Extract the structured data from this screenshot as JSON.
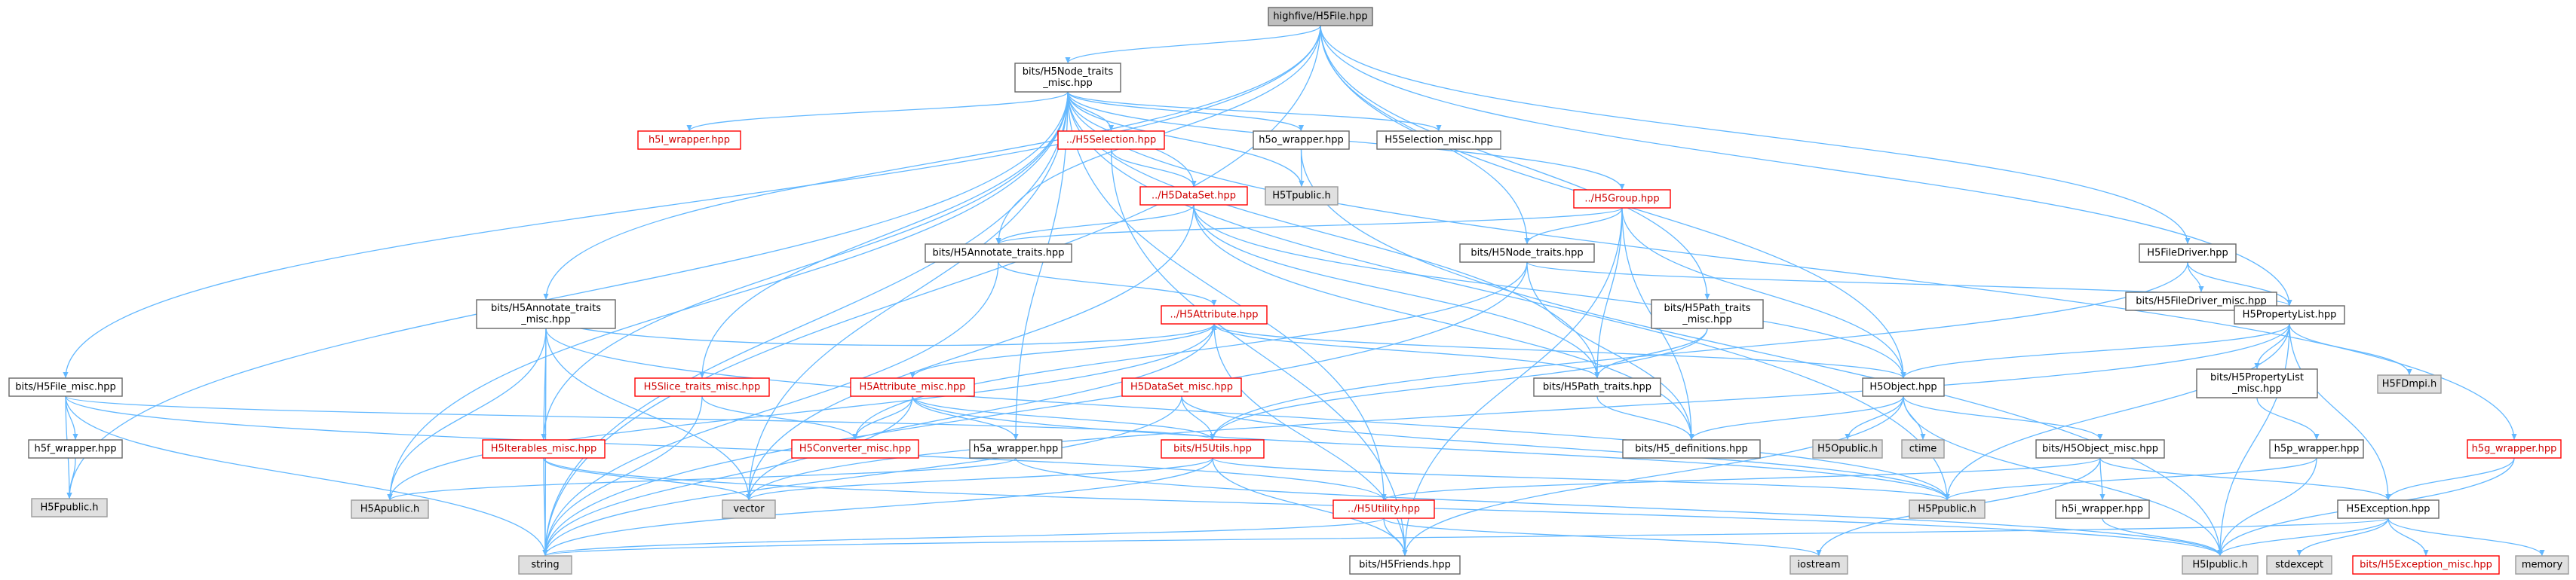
{
  "colors": {
    "edge": "#63b8ff",
    "root_fill": "#bfbfbf",
    "root_stroke": "#666666",
    "file_fill": "#ffffff",
    "file_stroke": "#666666",
    "ext_fill": "#e0e0e0",
    "ext_stroke": "#999999",
    "trunc_stroke": "#ff0000",
    "text": "#000000",
    "trunc_text": "#d00000"
  },
  "nodes": [
    {
      "id": "root",
      "label": [
        "highfive/H5File.hpp"
      ],
      "kind": "root"
    },
    {
      "id": "nodetraits_misc",
      "label": [
        "bits/H5Node_traits",
        "_misc.hpp"
      ],
      "kind": "file"
    },
    {
      "id": "h5l",
      "label": [
        "h5l_wrapper.hpp"
      ],
      "kind": "trunc"
    },
    {
      "id": "h5selection",
      "label": [
        "../H5Selection.hpp"
      ],
      "kind": "trunc"
    },
    {
      "id": "h5o",
      "label": [
        "h5o_wrapper.hpp"
      ],
      "kind": "file"
    },
    {
      "id": "h5selection_misc",
      "label": [
        "H5Selection_misc.hpp"
      ],
      "kind": "file"
    },
    {
      "id": "h5tpublic",
      "label": [
        "H5Tpublic.h"
      ],
      "kind": "ext"
    },
    {
      "id": "h5dataset",
      "label": [
        "../H5DataSet.hpp"
      ],
      "kind": "trunc"
    },
    {
      "id": "h5group",
      "label": [
        "../H5Group.hpp"
      ],
      "kind": "trunc"
    },
    {
      "id": "annotate_traits",
      "label": [
        "bits/H5Annotate_traits.hpp"
      ],
      "kind": "file"
    },
    {
      "id": "nodetraits",
      "label": [
        "bits/H5Node_traits.hpp"
      ],
      "kind": "file"
    },
    {
      "id": "filedriver",
      "label": [
        "H5FileDriver.hpp"
      ],
      "kind": "file"
    },
    {
      "id": "filedriver_misc",
      "label": [
        "bits/H5FileDriver_misc.hpp"
      ],
      "kind": "file"
    },
    {
      "id": "propertylist",
      "label": [
        "H5PropertyList.hpp"
      ],
      "kind": "file"
    },
    {
      "id": "annotate_traits_misc",
      "label": [
        "bits/H5Annotate_traits",
        "_misc.hpp"
      ],
      "kind": "file"
    },
    {
      "id": "h5attribute",
      "label": [
        "../H5Attribute.hpp"
      ],
      "kind": "trunc"
    },
    {
      "id": "pathtraits_misc",
      "label": [
        "bits/H5Path_traits",
        "_misc.hpp"
      ],
      "kind": "file"
    },
    {
      "id": "h5fdmpi",
      "label": [
        "H5FDmpi.h"
      ],
      "kind": "ext"
    },
    {
      "id": "propertylist_misc",
      "label": [
        "bits/H5PropertyList",
        "_misc.hpp"
      ],
      "kind": "file"
    },
    {
      "id": "file_misc",
      "label": [
        "bits/H5File_misc.hpp"
      ],
      "kind": "file"
    },
    {
      "id": "slice_traits_misc",
      "label": [
        "H5Slice_traits_misc.hpp"
      ],
      "kind": "trunc"
    },
    {
      "id": "attribute_misc",
      "label": [
        "H5Attribute_misc.hpp"
      ],
      "kind": "trunc"
    },
    {
      "id": "dataset_misc",
      "label": [
        "H5DataSet_misc.hpp"
      ],
      "kind": "trunc"
    },
    {
      "id": "pathtraits",
      "label": [
        "bits/H5Path_traits.hpp"
      ],
      "kind": "file"
    },
    {
      "id": "h5object",
      "label": [
        "H5Object.hpp"
      ],
      "kind": "file"
    },
    {
      "id": "h5f_wrapper",
      "label": [
        "h5f_wrapper.hpp"
      ],
      "kind": "file"
    },
    {
      "id": "iterables_misc",
      "label": [
        "H5Iterables_misc.hpp"
      ],
      "kind": "trunc"
    },
    {
      "id": "converter_misc",
      "label": [
        "H5Converter_misc.hpp"
      ],
      "kind": "trunc"
    },
    {
      "id": "h5a_wrapper",
      "label": [
        "h5a_wrapper.hpp"
      ],
      "kind": "file"
    },
    {
      "id": "h5utils",
      "label": [
        "bits/H5Utils.hpp"
      ],
      "kind": "trunc"
    },
    {
      "id": "h5definitions",
      "label": [
        "bits/H5_definitions.hpp"
      ],
      "kind": "file"
    },
    {
      "id": "h5opublic",
      "label": [
        "H5Opublic.h"
      ],
      "kind": "ext"
    },
    {
      "id": "ctime",
      "label": [
        "ctime"
      ],
      "kind": "ext"
    },
    {
      "id": "object_misc",
      "label": [
        "bits/H5Object_misc.hpp"
      ],
      "kind": "file"
    },
    {
      "id": "h5p_wrapper",
      "label": [
        "h5p_wrapper.hpp"
      ],
      "kind": "file"
    },
    {
      "id": "h5g_wrapper",
      "label": [
        "h5g_wrapper.hpp"
      ],
      "kind": "trunc"
    },
    {
      "id": "h5fpublic",
      "label": [
        "H5Fpublic.h"
      ],
      "kind": "ext"
    },
    {
      "id": "h5apublic",
      "label": [
        "H5Apublic.h"
      ],
      "kind": "ext"
    },
    {
      "id": "vector",
      "label": [
        "vector"
      ],
      "kind": "ext"
    },
    {
      "id": "h5ppublic",
      "label": [
        "H5Ppublic.h"
      ],
      "kind": "ext"
    },
    {
      "id": "h5utility",
      "label": [
        "../H5Utility.hpp"
      ],
      "kind": "trunc"
    },
    {
      "id": "h5i_wrapper",
      "label": [
        "h5i_wrapper.hpp"
      ],
      "kind": "file"
    },
    {
      "id": "h5exception",
      "label": [
        "H5Exception.hpp"
      ],
      "kind": "file"
    },
    {
      "id": "string",
      "label": [
        "string"
      ],
      "kind": "ext"
    },
    {
      "id": "h5friends",
      "label": [
        "bits/H5Friends.hpp"
      ],
      "kind": "file"
    },
    {
      "id": "iostream",
      "label": [
        "iostream"
      ],
      "kind": "ext"
    },
    {
      "id": "h5ipublic",
      "label": [
        "H5Ipublic.h"
      ],
      "kind": "ext"
    },
    {
      "id": "stdexcept",
      "label": [
        "stdexcept"
      ],
      "kind": "ext"
    },
    {
      "id": "exception_misc",
      "label": [
        "bits/H5Exception_misc.hpp"
      ],
      "kind": "trunc"
    },
    {
      "id": "memory",
      "label": [
        "memory"
      ],
      "kind": "ext"
    }
  ],
  "edges": [
    [
      "root",
      "nodetraits_misc"
    ],
    [
      "root",
      "file_misc"
    ],
    [
      "root",
      "string"
    ],
    [
      "root",
      "annotate_traits"
    ],
    [
      "root",
      "annotate_traits_misc"
    ],
    [
      "root",
      "nodetraits"
    ],
    [
      "root",
      "filedriver"
    ],
    [
      "root",
      "propertylist"
    ],
    [
      "root",
      "h5object"
    ],
    [
      "root",
      "pathtraits_misc"
    ],
    [
      "nodetraits_misc",
      "h5l"
    ],
    [
      "nodetraits_misc",
      "h5selection"
    ],
    [
      "nodetraits_misc",
      "h5o"
    ],
    [
      "nodetraits_misc",
      "h5selection_misc"
    ],
    [
      "nodetraits_misc",
      "h5tpublic"
    ],
    [
      "nodetraits_misc",
      "h5dataset"
    ],
    [
      "nodetraits_misc",
      "h5group"
    ],
    [
      "nodetraits_misc",
      "h5g_wrapper"
    ],
    [
      "nodetraits_misc",
      "h5fpublic"
    ],
    [
      "nodetraits_misc",
      "h5apublic"
    ],
    [
      "nodetraits_misc",
      "vector"
    ],
    [
      "nodetraits_misc",
      "string"
    ],
    [
      "nodetraits_misc",
      "iterables_misc"
    ],
    [
      "nodetraits_misc",
      "slice_traits_misc"
    ],
    [
      "nodetraits_misc",
      "h5a_wrapper"
    ],
    [
      "nodetraits_misc",
      "h5utility"
    ],
    [
      "nodetraits_misc",
      "h5ppublic"
    ],
    [
      "nodetraits_misc",
      "pathtraits"
    ],
    [
      "h5selection",
      "h5dataset"
    ],
    [
      "h5selection",
      "h5friends"
    ],
    [
      "h5o",
      "h5tpublic"
    ],
    [
      "h5o",
      "h5ipublic"
    ],
    [
      "h5dataset",
      "annotate_traits"
    ],
    [
      "h5dataset",
      "pathtraits"
    ],
    [
      "h5dataset",
      "h5object"
    ],
    [
      "h5dataset",
      "vector"
    ],
    [
      "h5dataset",
      "h5definitions"
    ],
    [
      "h5group",
      "nodetraits"
    ],
    [
      "h5group",
      "annotate_traits"
    ],
    [
      "h5group",
      "h5object"
    ],
    [
      "h5group",
      "pathtraits"
    ],
    [
      "h5group",
      "h5friends"
    ],
    [
      "h5group",
      "h5definitions"
    ],
    [
      "annotate_traits",
      "h5attribute"
    ],
    [
      "annotate_traits",
      "string"
    ],
    [
      "nodetraits",
      "propertylist"
    ],
    [
      "nodetraits",
      "converter_misc"
    ],
    [
      "nodetraits",
      "h5definitions"
    ],
    [
      "nodetraits",
      "string"
    ],
    [
      "filedriver",
      "propertylist"
    ],
    [
      "filedriver",
      "filedriver_misc"
    ],
    [
      "filedriver",
      "h5utils"
    ],
    [
      "propertylist",
      "h5object"
    ],
    [
      "propertylist",
      "h5fdmpi"
    ],
    [
      "propertylist",
      "propertylist_misc"
    ],
    [
      "propertylist",
      "h5exception"
    ],
    [
      "propertylist",
      "h5ppublic"
    ],
    [
      "propertylist",
      "vector"
    ],
    [
      "propertylist",
      "h5ipublic"
    ],
    [
      "annotate_traits_misc",
      "h5attribute"
    ],
    [
      "annotate_traits_misc",
      "iterables_misc"
    ],
    [
      "annotate_traits_misc",
      "h5apublic"
    ],
    [
      "annotate_traits_misc",
      "string"
    ],
    [
      "annotate_traits_misc",
      "vector"
    ],
    [
      "annotate_traits_misc",
      "h5ppublic"
    ],
    [
      "h5attribute",
      "pathtraits"
    ],
    [
      "h5attribute",
      "h5object"
    ],
    [
      "h5attribute",
      "attribute_misc"
    ],
    [
      "h5attribute",
      "vector"
    ],
    [
      "h5attribute",
      "h5friends"
    ],
    [
      "h5attribute",
      "h5apublic"
    ],
    [
      "pathtraits_misc",
      "pathtraits"
    ],
    [
      "pathtraits_misc",
      "h5utils"
    ],
    [
      "propertylist_misc",
      "h5p_wrapper"
    ],
    [
      "file_misc",
      "h5f_wrapper"
    ],
    [
      "file_misc",
      "h5fpublic"
    ],
    [
      "file_misc",
      "string"
    ],
    [
      "file_misc",
      "h5utils"
    ],
    [
      "file_misc",
      "h5utility"
    ],
    [
      "h5f_wrapper",
      "h5fpublic"
    ],
    [
      "slice_traits_misc",
      "converter_misc"
    ],
    [
      "slice_traits_misc",
      "string"
    ],
    [
      "attribute_misc",
      "converter_misc"
    ],
    [
      "attribute_misc",
      "h5a_wrapper"
    ],
    [
      "attribute_misc",
      "h5utils"
    ],
    [
      "attribute_misc",
      "string"
    ],
    [
      "attribute_misc",
      "h5ppublic"
    ],
    [
      "dataset_misc",
      "h5utils"
    ],
    [
      "dataset_misc",
      "string"
    ],
    [
      "dataset_misc",
      "h5ppublic"
    ],
    [
      "pathtraits",
      "h5definitions"
    ],
    [
      "h5object",
      "h5opublic"
    ],
    [
      "h5object",
      "ctime"
    ],
    [
      "h5object",
      "object_misc"
    ],
    [
      "h5object",
      "h5definitions"
    ],
    [
      "h5object",
      "h5ipublic"
    ],
    [
      "h5object",
      "h5friends"
    ],
    [
      "iterables_misc",
      "vector"
    ],
    [
      "iterables_misc",
      "string"
    ],
    [
      "iterables_misc",
      "h5ipublic"
    ],
    [
      "h5a_wrapper",
      "h5apublic"
    ],
    [
      "h5a_wrapper",
      "h5ipublic"
    ],
    [
      "h5utils",
      "vector"
    ],
    [
      "h5utils",
      "string"
    ],
    [
      "h5utils",
      "h5friends"
    ],
    [
      "h5utils",
      "h5ppublic"
    ],
    [
      "object_misc",
      "h5exception"
    ],
    [
      "object_misc",
      "h5i_wrapper"
    ],
    [
      "object_misc",
      "iostream"
    ],
    [
      "object_misc",
      "h5utility"
    ],
    [
      "h5p_wrapper",
      "h5ipublic"
    ],
    [
      "h5p_wrapper",
      "h5ppublic"
    ],
    [
      "h5g_wrapper",
      "h5exception"
    ],
    [
      "h5g_wrapper",
      "h5ipublic"
    ],
    [
      "h5utility",
      "iostream"
    ],
    [
      "h5utility",
      "string"
    ],
    [
      "h5utility",
      "h5friends"
    ],
    [
      "h5i_wrapper",
      "h5ipublic"
    ],
    [
      "h5exception",
      "string"
    ],
    [
      "h5exception",
      "h5ipublic"
    ],
    [
      "h5exception",
      "stdexcept"
    ],
    [
      "h5exception",
      "exception_misc"
    ],
    [
      "h5exception",
      "memory"
    ]
  ]
}
